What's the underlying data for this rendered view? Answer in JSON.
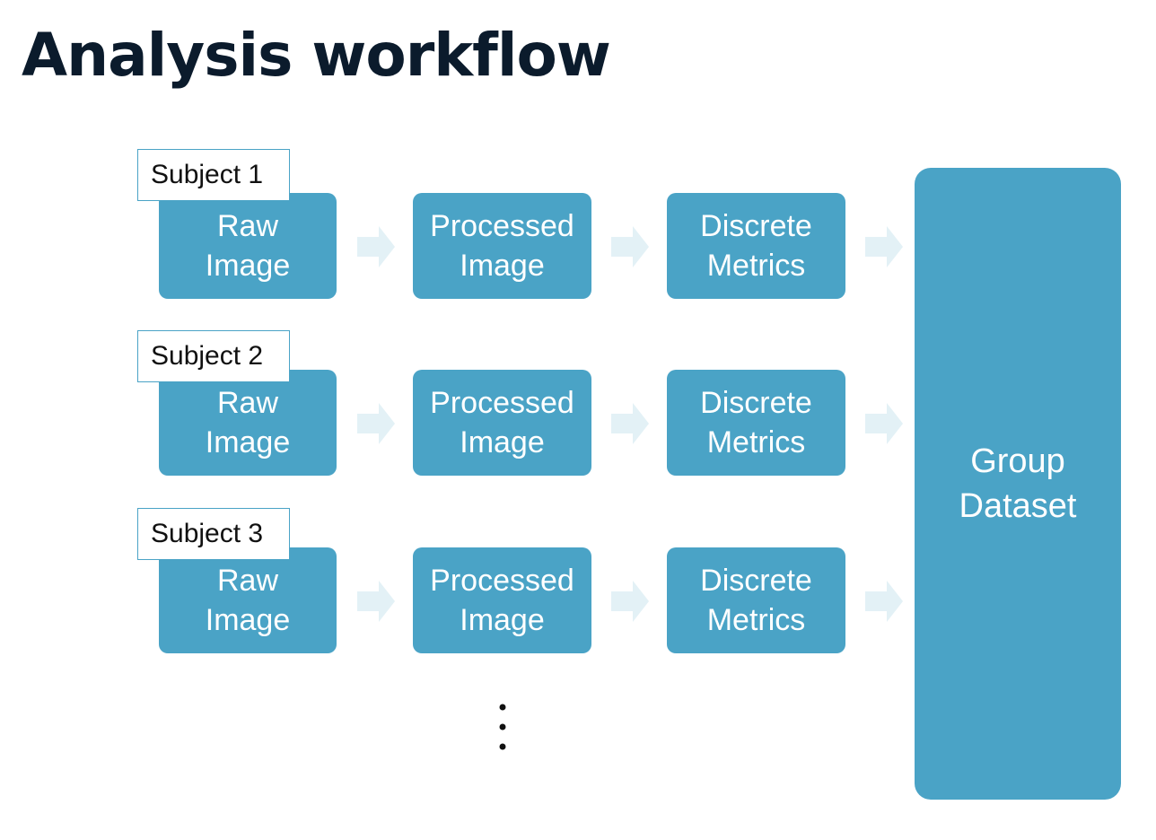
{
  "title": "Analysis workflow",
  "colors": {
    "box_fill": "#4aa3c6",
    "arrow_fill": "#e3f1f6",
    "title_color": "#0b1b2c"
  },
  "rows": [
    {
      "subject": "Subject 1",
      "raw": [
        "Raw",
        "Image"
      ],
      "processed": [
        "Processed",
        "Image"
      ],
      "discrete": [
        "Discrete",
        "Metrics"
      ]
    },
    {
      "subject": "Subject 2",
      "raw": [
        "Raw",
        "Image"
      ],
      "processed": [
        "Processed",
        "Image"
      ],
      "discrete": [
        "Discrete",
        "Metrics"
      ]
    },
    {
      "subject": "Subject 3",
      "raw": [
        "Raw",
        "Image"
      ],
      "processed": [
        "Processed",
        "Image"
      ],
      "discrete": [
        "Discrete",
        "Metrics"
      ]
    }
  ],
  "group": [
    "Group",
    "Dataset"
  ],
  "continuation": "⋮",
  "icons": [
    "right-arrow-icon",
    "vertical-ellipsis-icon"
  ]
}
